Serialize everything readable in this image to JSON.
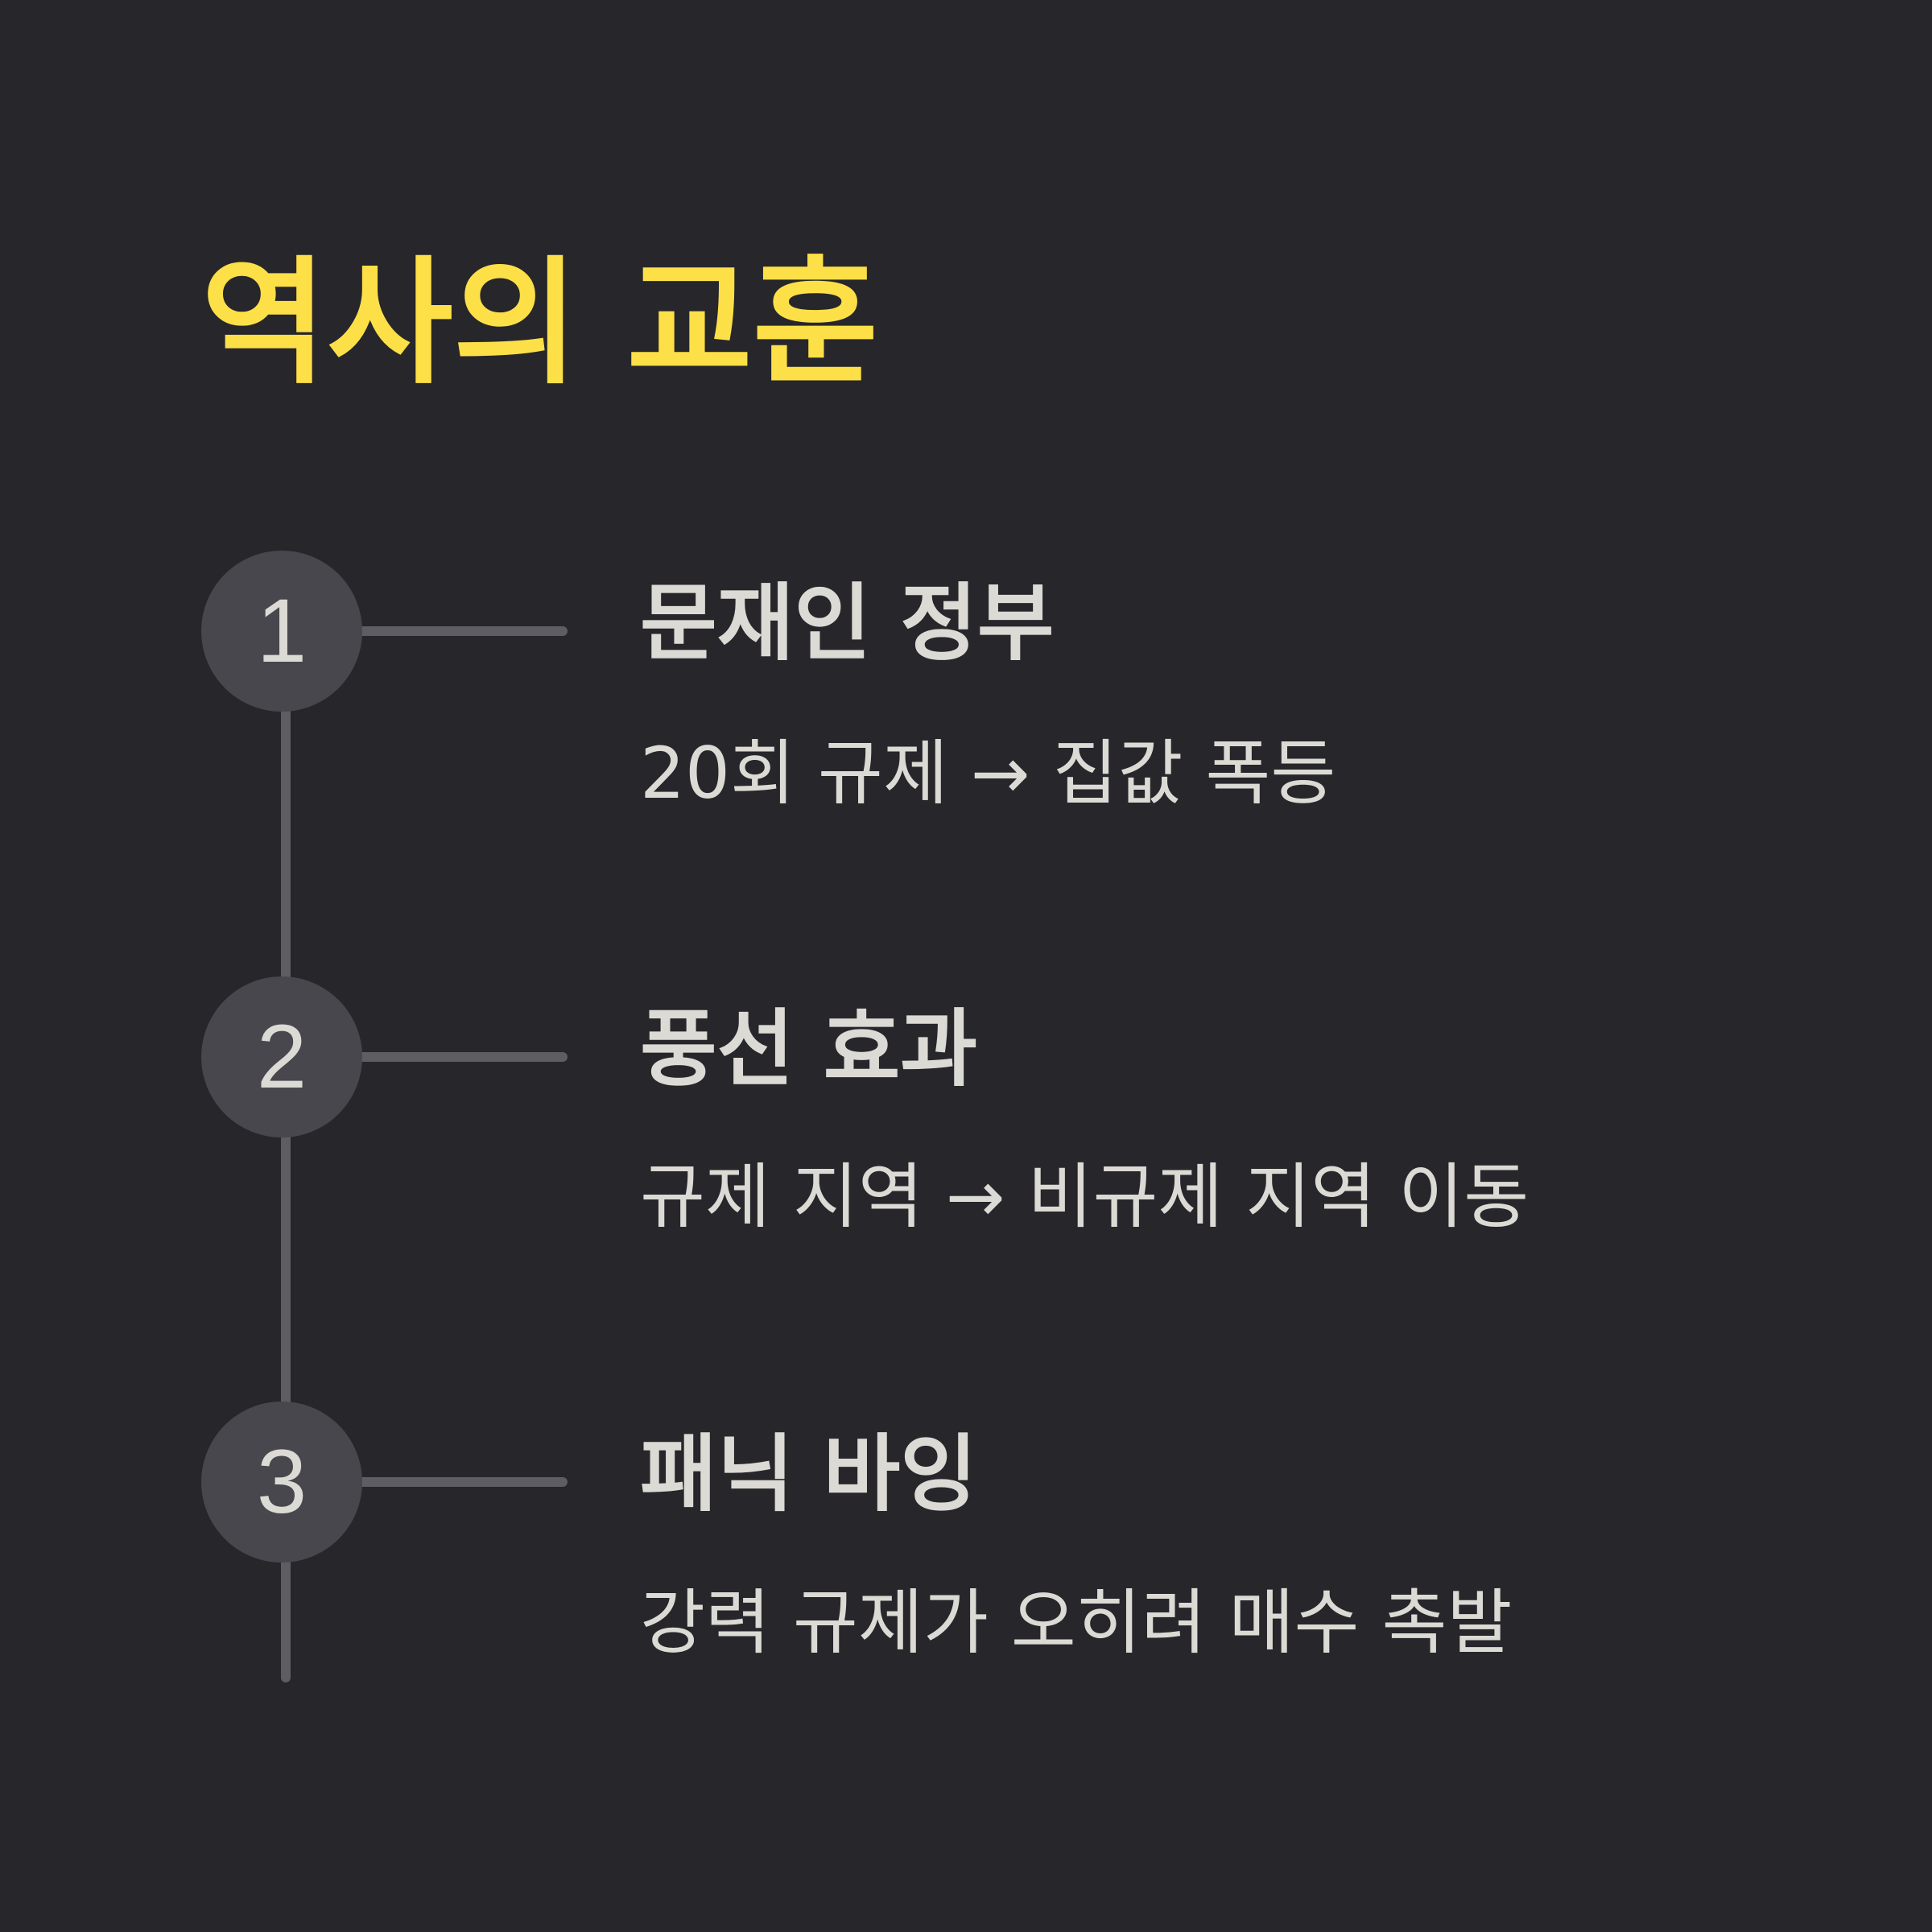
{
  "title": "역사의 교훈",
  "accent_color": "#fde047",
  "steps": [
    {
      "number": "1",
      "title": "문재인 정부",
      "description": "20회 규제 → 집값 폭등"
    },
    {
      "number": "2",
      "title": "풍선 효과",
      "description": "규제 지역 → 비규제 지역 이동"
    },
    {
      "number": "3",
      "title": "패닉 바잉",
      "description": "강력 규제가 오히려 매수 촉발"
    }
  ]
}
